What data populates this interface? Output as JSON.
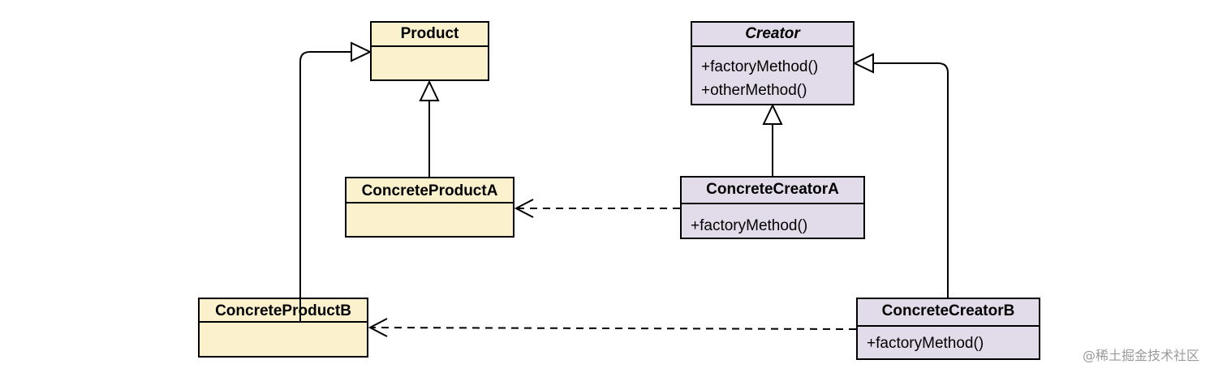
{
  "colors": {
    "product_fill": "#fbf1cc",
    "creator_fill": "#e2dcea",
    "stroke": "#000000",
    "watermark": "#9a9a9a"
  },
  "classes": {
    "product": {
      "name": "Product"
    },
    "concrete_product_a": {
      "name": "ConcreteProductA"
    },
    "concrete_product_b": {
      "name": "ConcreteProductB"
    },
    "creator": {
      "name": "Creator",
      "methods": [
        "+factoryMethod()",
        "+otherMethod()"
      ]
    },
    "concrete_creator_a": {
      "name": "ConcreteCreatorA",
      "methods": [
        "+factoryMethod()"
      ]
    },
    "concrete_creator_b": {
      "name": "ConcreteCreatorB",
      "methods": [
        "+factoryMethod()"
      ]
    }
  },
  "relations": [
    {
      "type": "generalization",
      "from": "ConcreteProductA",
      "to": "Product"
    },
    {
      "type": "generalization",
      "from": "ConcreteProductB",
      "to": "Product"
    },
    {
      "type": "generalization",
      "from": "ConcreteCreatorA",
      "to": "Creator"
    },
    {
      "type": "generalization",
      "from": "ConcreteCreatorB",
      "to": "Creator"
    },
    {
      "type": "dependency",
      "from": "ConcreteCreatorA",
      "to": "ConcreteProductA"
    },
    {
      "type": "dependency",
      "from": "ConcreteCreatorB",
      "to": "ConcreteProductB"
    }
  ],
  "watermark": "@稀土掘金技术社区"
}
